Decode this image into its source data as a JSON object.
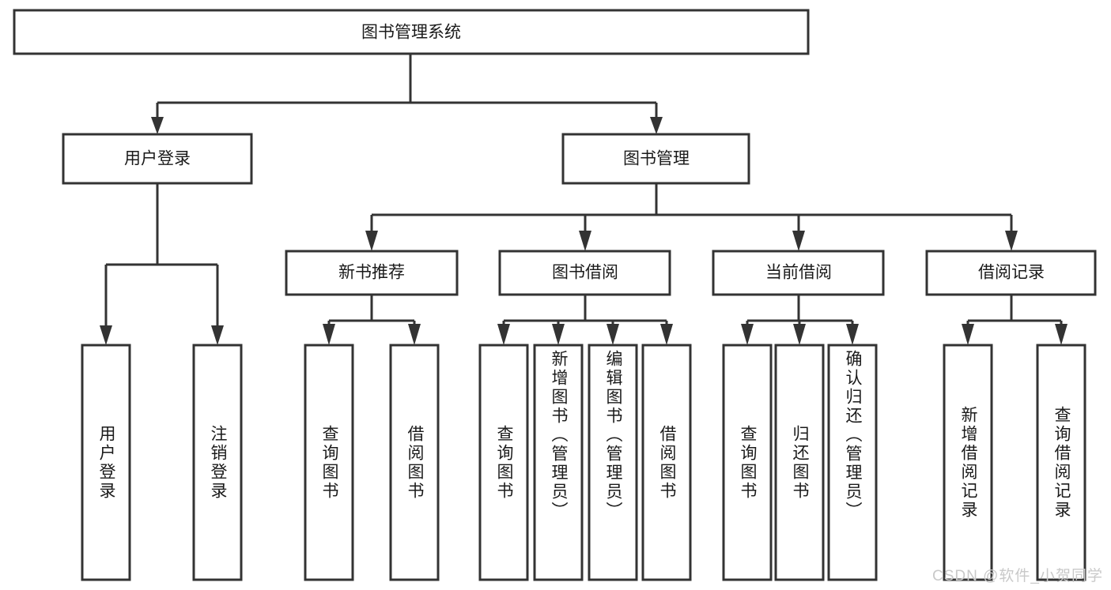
{
  "diagram": {
    "type": "tree",
    "title": "图书管理系统",
    "watermark": "CSDN @软件_小贺同学",
    "colors": {
      "box_stroke": "#333333",
      "box_fill": "#ffffff",
      "connector": "#333333",
      "text": "#1a1a1a",
      "watermark": "#c9c9c9",
      "background": "#ffffff"
    },
    "levels": {
      "root": "图书管理系统",
      "level2": [
        "用户登录",
        "图书管理"
      ],
      "level3": [
        "新书推荐",
        "图书借阅",
        "当前借阅",
        "借阅记录"
      ],
      "leaves": [
        "用户登录",
        "注销登录",
        "查询图书",
        "借阅图书",
        "查询图书",
        "新增图书（管理员）",
        "编辑图书（管理员）",
        "借阅图书",
        "查询图书",
        "归还图书",
        "确认归还（管理员）",
        "新增借阅记录",
        "查询借阅记录"
      ]
    },
    "nodes": {
      "root": {
        "label": "图书管理系统"
      },
      "user_login": {
        "label": "用户登录"
      },
      "book_manage": {
        "label": "图书管理"
      },
      "new_book_rec": {
        "label": "新书推荐"
      },
      "book_borrow": {
        "label": "图书借阅"
      },
      "current_borrow": {
        "label": "当前借阅"
      },
      "borrow_record": {
        "label": "借阅记录"
      },
      "leaf_user_login": {
        "label": "用户登录"
      },
      "leaf_logout": {
        "label": "注销登录"
      },
      "leaf_query_book_1": {
        "label": "查询图书"
      },
      "leaf_borrow_book_1": {
        "label": "借阅图书"
      },
      "leaf_query_book_2": {
        "label": "查询图书"
      },
      "leaf_add_book": {
        "label": "新增图书（管理员）"
      },
      "leaf_edit_book": {
        "label": "编辑图书（管理员）"
      },
      "leaf_borrow_book_2": {
        "label": "借阅图书"
      },
      "leaf_query_book_3": {
        "label": "查询图书"
      },
      "leaf_return_book": {
        "label": "归还图书"
      },
      "leaf_confirm_return": {
        "label": "确认归还（管理员）"
      },
      "leaf_add_record": {
        "label": "新增借阅记录"
      },
      "leaf_query_record": {
        "label": "查询借阅记录"
      }
    }
  }
}
